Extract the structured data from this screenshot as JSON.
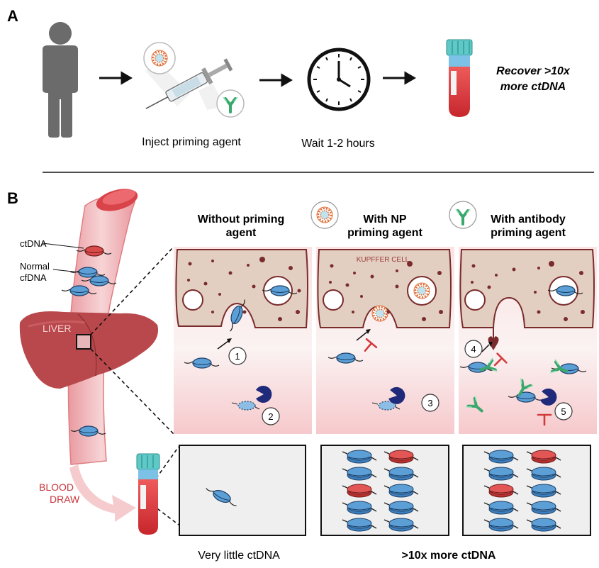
{
  "panel_a": {
    "label": "A",
    "inject_caption": "Inject priming agent",
    "wait_caption": "Wait 1-2 hours",
    "recover_line1": "Recover >10x",
    "recover_line2": "more ctDNA"
  },
  "panel_b": {
    "label": "B",
    "vessel_labels": {
      "ctdna": "ctDNA",
      "normal_line1": "Normal",
      "normal_line2": "cfDNA",
      "liver": "LIVER",
      "blood_line1": "BLOOD",
      "blood_line2": "DRAW"
    },
    "columns": [
      {
        "title_line1": "Without priming",
        "title_line2": "agent"
      },
      {
        "title_line1": "With NP",
        "title_line2": "priming agent"
      },
      {
        "title_line1": "With antibody",
        "title_line2": "priming agent"
      }
    ],
    "kupffer_label": "KUPFFER CELL",
    "steps": [
      "1",
      "2",
      "3",
      "4",
      "5"
    ],
    "caption_left": "Very little ctDNA",
    "caption_right": ">10x more ctDNA"
  },
  "colors": {
    "vessel_red": "#d9434a",
    "liver": "#b9484c",
    "kupffer": "#e3cfc1",
    "kupffer_border": "#7a2c2c",
    "nucleosome": "#5b9fd6",
    "ctdna_red": "#d94a4a",
    "antibody": "#3aa76d",
    "enzyme": "#1f2a7a",
    "inhibit": "#d33b3b"
  }
}
